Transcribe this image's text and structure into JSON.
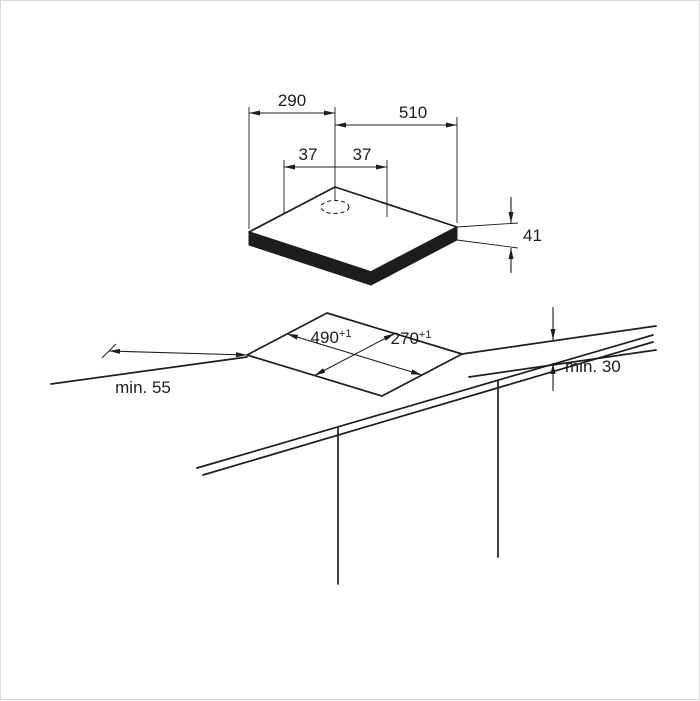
{
  "diagram": {
    "type": "hob-installation-dimension-drawing",
    "labels": {
      "hob_depth": "290",
      "hob_width": "510",
      "offset_left": "37",
      "offset_right": "37",
      "hob_height": "41",
      "cutout_length": "490",
      "cutout_length_tolerance": "+1",
      "cutout_depth": "270",
      "cutout_depth_tolerance": "+1",
      "min_side_clearance": "min. 55",
      "min_worktop_thickness": "min. 30"
    },
    "colors": {
      "line": "#1d1d1b",
      "background": "#ffffff",
      "frame": "#d9d9d9"
    }
  }
}
